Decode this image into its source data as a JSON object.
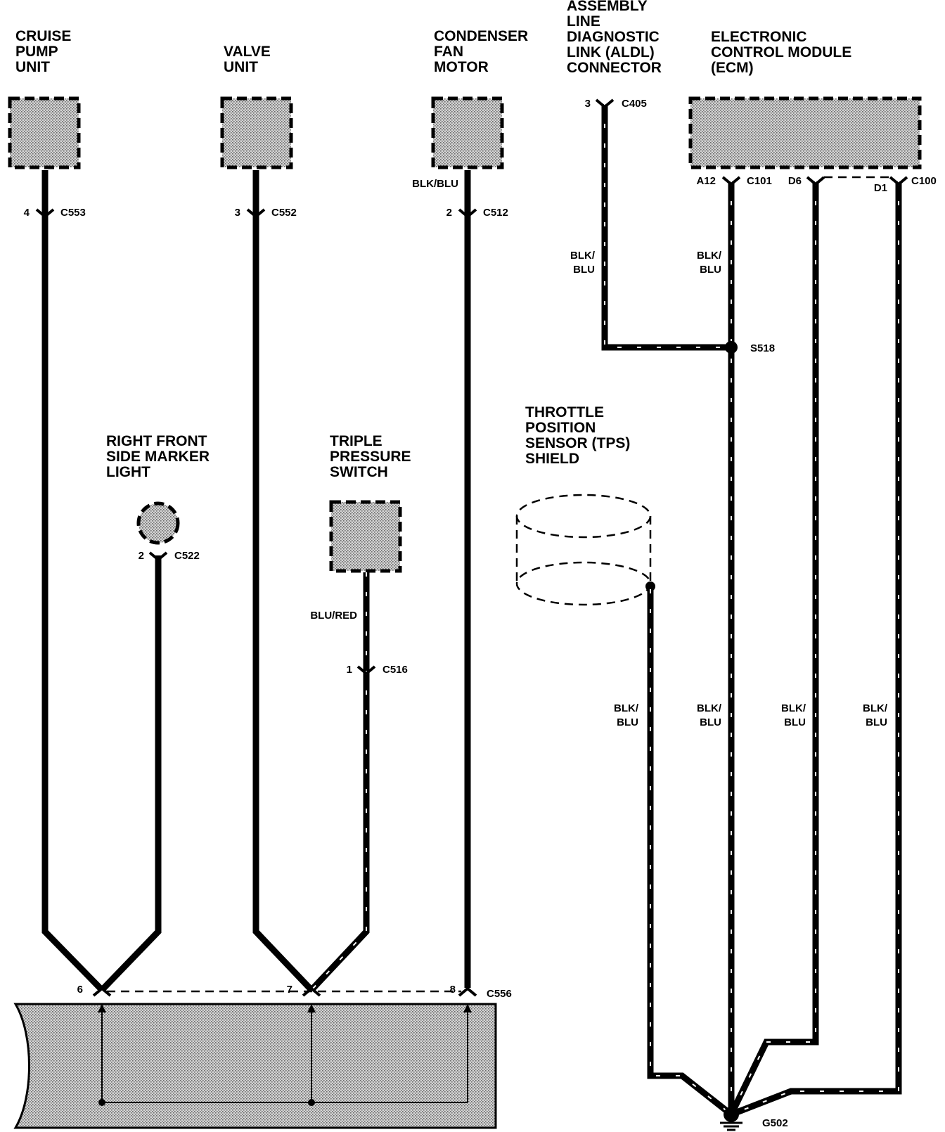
{
  "components": {
    "cruise_pump": {
      "lines": [
        "CRUISE",
        "PUMP",
        "UNIT"
      ],
      "pin": "4",
      "connector": "C553"
    },
    "valve_unit": {
      "lines": [
        "VALVE",
        "UNIT"
      ],
      "pin": "3",
      "connector": "C552"
    },
    "condenser_fan": {
      "lines": [
        "CONDENSER",
        "FAN",
        "MOTOR"
      ],
      "wire_color": "BLK/BLU",
      "pin": "2",
      "connector": "C512"
    },
    "aldl": {
      "lines": [
        "ASSEMBLY",
        "LINE",
        "DIAGNOSTIC",
        "LINK (ALDL)",
        "CONNECTOR"
      ],
      "pin": "3",
      "connector": "C405",
      "wire_color": [
        "BLK/",
        "BLU"
      ]
    },
    "ecm": {
      "lines": [
        "ELECTRONIC",
        "CONTROL MODULE",
        "(ECM)"
      ],
      "pin_a12": "A12",
      "connector_c101": "C101",
      "pin_d6": "D6",
      "pin_d1": "D1",
      "connector_c100": "C100",
      "wire_color": [
        "BLK/",
        "BLU"
      ]
    },
    "side_marker": {
      "lines": [
        "RIGHT FRONT",
        "SIDE MARKER",
        "LIGHT"
      ],
      "pin": "2",
      "connector": "C522"
    },
    "triple_switch": {
      "lines": [
        "TRIPLE",
        "PRESSURE",
        "SWITCH"
      ],
      "wire_color": "BLU/RED",
      "pin": "1",
      "connector": "C516"
    },
    "tps_shield": {
      "lines": [
        "THROTTLE",
        "POSITION",
        "SENSOR (TPS)",
        "SHIELD"
      ]
    }
  },
  "splice": {
    "name": "S518"
  },
  "bottom_connector": {
    "pin6": "6",
    "pin7": "7",
    "pin8": "8",
    "name": "C556"
  },
  "ground": {
    "name": "G502"
  },
  "wire_labels_lower": [
    "BLK/",
    "BLU"
  ]
}
